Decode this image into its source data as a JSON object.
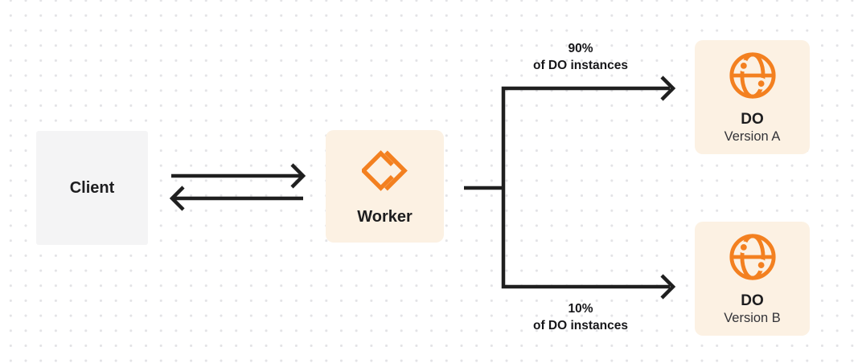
{
  "diagram": {
    "nodes": {
      "client": {
        "label": "Client"
      },
      "worker": {
        "label": "Worker"
      },
      "do_version_a": {
        "title": "DO",
        "subtitle": "Version A"
      },
      "do_version_b": {
        "title": "DO",
        "subtitle": "Version B"
      }
    },
    "edges": {
      "split_top": {
        "percent": "90%",
        "caption": "of DO instances"
      },
      "split_bottom": {
        "percent": "10%",
        "caption": "of DO instances"
      }
    },
    "icons": {
      "worker": "workers-angle-brackets-icon",
      "durable_object": "globe-icon"
    },
    "colors": {
      "orange": "#f38020",
      "box_cream": "#fcf1e3",
      "box_gray": "#f4f4f5",
      "line_dark": "#1f1f1f",
      "text_dark": "#1d1d1f",
      "text_subtitle": "#333338",
      "dot_grid": "#e3e3e6",
      "background": "#ffffff"
    }
  }
}
